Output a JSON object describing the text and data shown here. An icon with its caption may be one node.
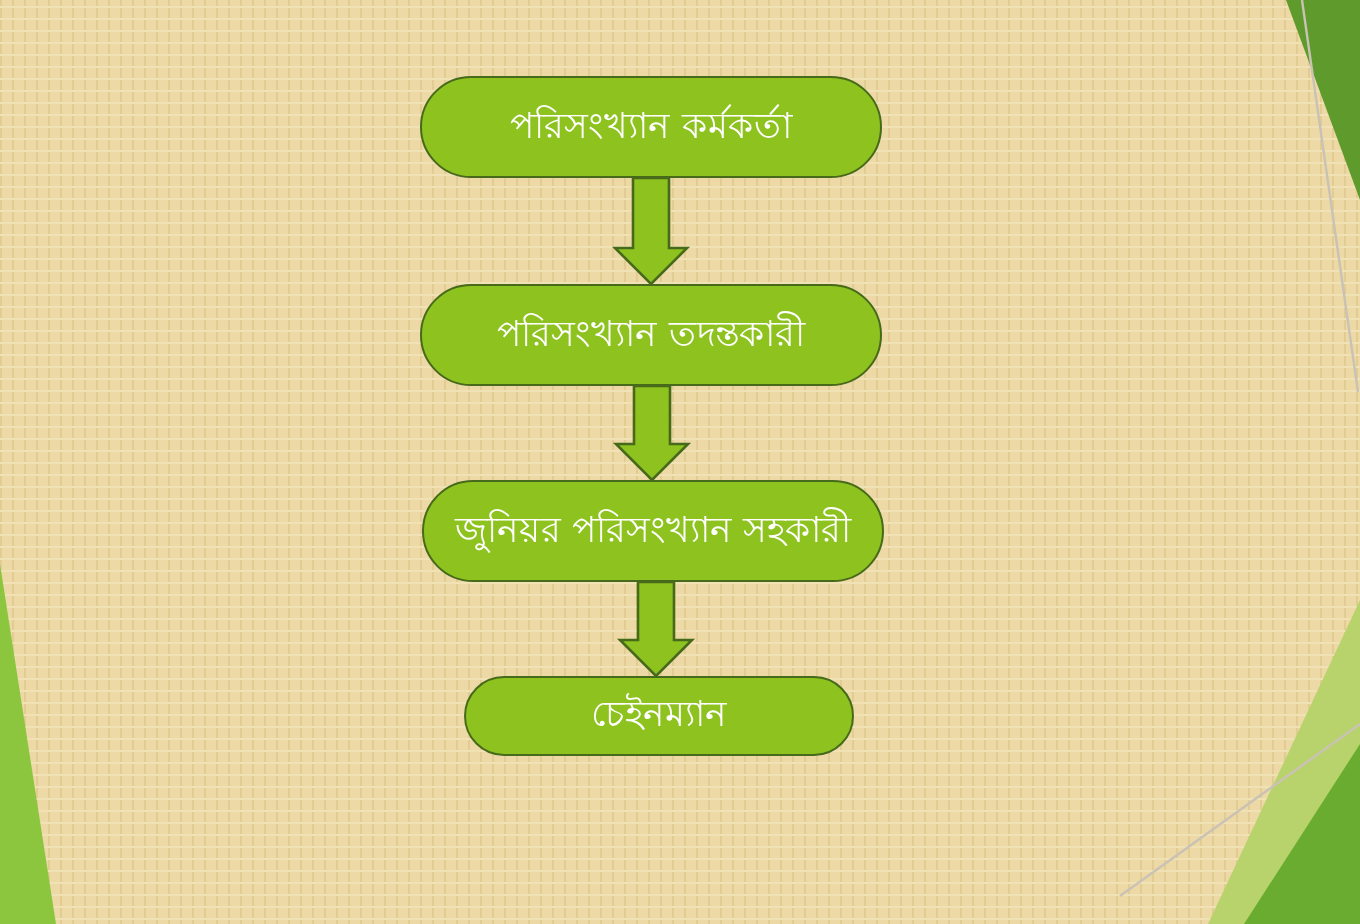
{
  "diagram": {
    "nodes": [
      {
        "text": [
          "পরিসংখ্যান কর্মকর্তা"
        ]
      },
      {
        "text": [
          "পরিসংখ্যান তদন্তকারী"
        ]
      },
      {
        "text": [
          "জুনিয়র পরিসংখ্যান সহকারী"
        ]
      },
      {
        "text": [
          "চেইনম্যান"
        ]
      }
    ],
    "edges": [
      {
        "from": 0,
        "to": 1,
        "arrow": "to"
      },
      {
        "from": 1,
        "to": 2,
        "arrow": "to"
      },
      {
        "from": 2,
        "to": 3,
        "arrow": "to"
      }
    ]
  }
}
